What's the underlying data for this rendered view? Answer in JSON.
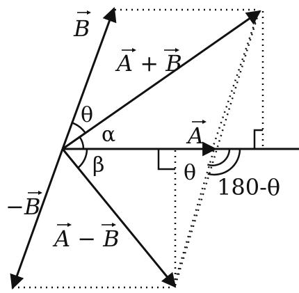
{
  "diagram": {
    "vectors": {
      "B": "B",
      "A_plus_B": "A + B",
      "A": "A",
      "minus_B": "−B",
      "A_minus_B": "A − B"
    },
    "angles": {
      "theta_upper": "θ",
      "alpha": "α",
      "beta": "β",
      "theta_lower": "θ",
      "supplement": "180-θ"
    },
    "colors": {
      "ink": "#111111",
      "background": "#ffffff"
    }
  }
}
